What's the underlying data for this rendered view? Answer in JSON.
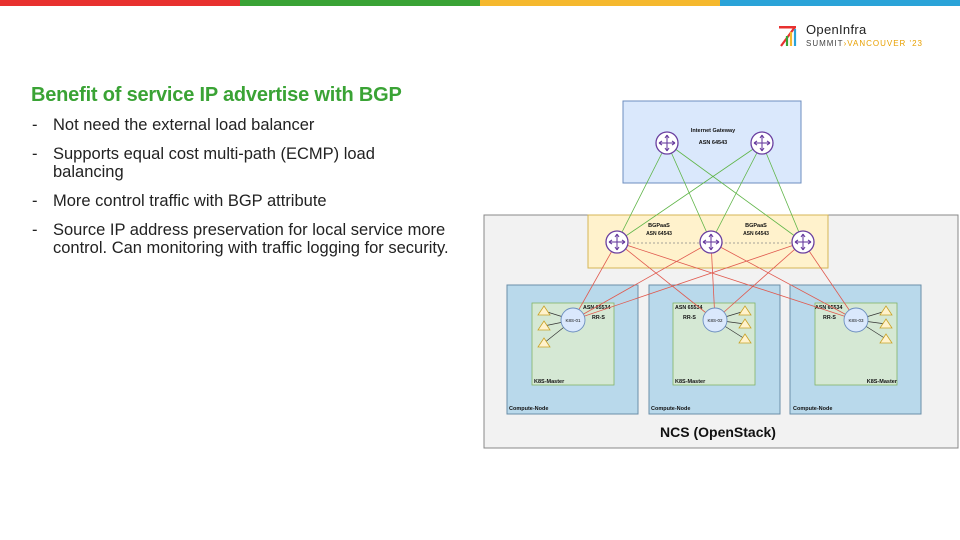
{
  "brand": {
    "colors": [
      "#e8312f",
      "#3aa335",
      "#f5b82e",
      "#2aa3d8"
    ],
    "title_color": "#3aa335",
    "logo_name": "OpenInfra",
    "logo_event_prefix": "SUMMIT",
    "logo_event_sep": "›",
    "logo_event_location": "VANCOUVER '23"
  },
  "slide": {
    "title": "Benefit of service IP advertise with BGP",
    "bullets": [
      {
        "dash": "-",
        "text": "Not need the external load balancer"
      },
      {
        "dash": "-",
        "text": "Supports equal cost multi-path (ECMP) load balancing"
      },
      {
        "dash": "-",
        "text": "More control traffic with BGP attribute"
      },
      {
        "dash": "-",
        "text": "Source IP address preservation for local service more control.  Can monitoring with traffic logging for security."
      }
    ]
  },
  "diagram": {
    "gateway": {
      "title": "Internet Gateway",
      "asn": "ASN 64543",
      "color": "#dae8fc"
    },
    "bgpaas": [
      {
        "title": "BGPaaS",
        "asn": "ASN 64543"
      },
      {
        "title": "BGPaaS",
        "asn": "ASN 64543"
      }
    ],
    "bgpaas_color": "#fff2cc",
    "compute_nodes": [
      {
        "label": "Compute-Node",
        "master": "K8S-Master",
        "asn": "ASN 65534",
        "rrs": "RR-S",
        "k8s": "K8S-01"
      },
      {
        "label": "Compute-Node",
        "master": "K8S-Master",
        "asn": "ASN 65534",
        "rrs": "RR-S",
        "k8s": "K8S-02"
      },
      {
        "label": "Compute-Node",
        "master": "K8S-Master",
        "asn": "ASN 65534",
        "rrs": "RR-S",
        "k8s": "K8S-03"
      }
    ],
    "compute_color": "#b9d9eb",
    "master_color": "#d5e8d4",
    "ncs_label": "NCS (OpenStack)",
    "link_green": "#5fb548",
    "link_red": "#e05a4f",
    "icon": "router-icon"
  }
}
